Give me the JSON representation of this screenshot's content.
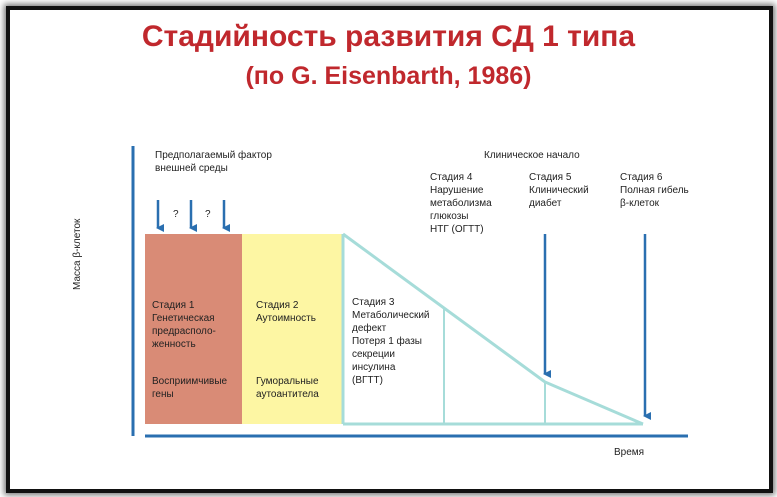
{
  "title": "Стадийность развития СД 1 типа",
  "subtitle": "(по G. Eisenbarth, 1986)",
  "y_axis_label": "Масса β-клеток",
  "x_axis_label": "Время",
  "env_factor_label": "Предполагаемый фактор\nвнешней среды",
  "question_marks": [
    "?",
    "?"
  ],
  "clinical_onset_label": "Клиническое начало",
  "stages": {
    "s1": "Стадия 1\nГенетическая\nпредрасполо-\nженность",
    "s1_sub": "Восприимчивые\nгены",
    "s2": "Стадия 2\nАутоимность",
    "s2_sub": "Гуморальные\nаутоантитела",
    "s3": "Стадия 3\nМетаболический\nдефект\nПотеря 1 фазы\nсекреции\nинсулина\n(ВГТТ)",
    "s4": "Стадия 4\nНарушение\nметаболизма\nглюкозы\nНТГ (ОГТТ)",
    "s5": "Стадия 5\nКлинический\nдиабет",
    "s6": "Стадия 6\nПолная гибель\nβ-клеток"
  },
  "colors": {
    "title": "#c0282d",
    "stage1_fill": "#d98b76",
    "stage2_fill": "#fdf6a3",
    "curve": "#a6dcd9",
    "axis": "#2a6fb0",
    "arrow": "#2a6fb0"
  }
}
